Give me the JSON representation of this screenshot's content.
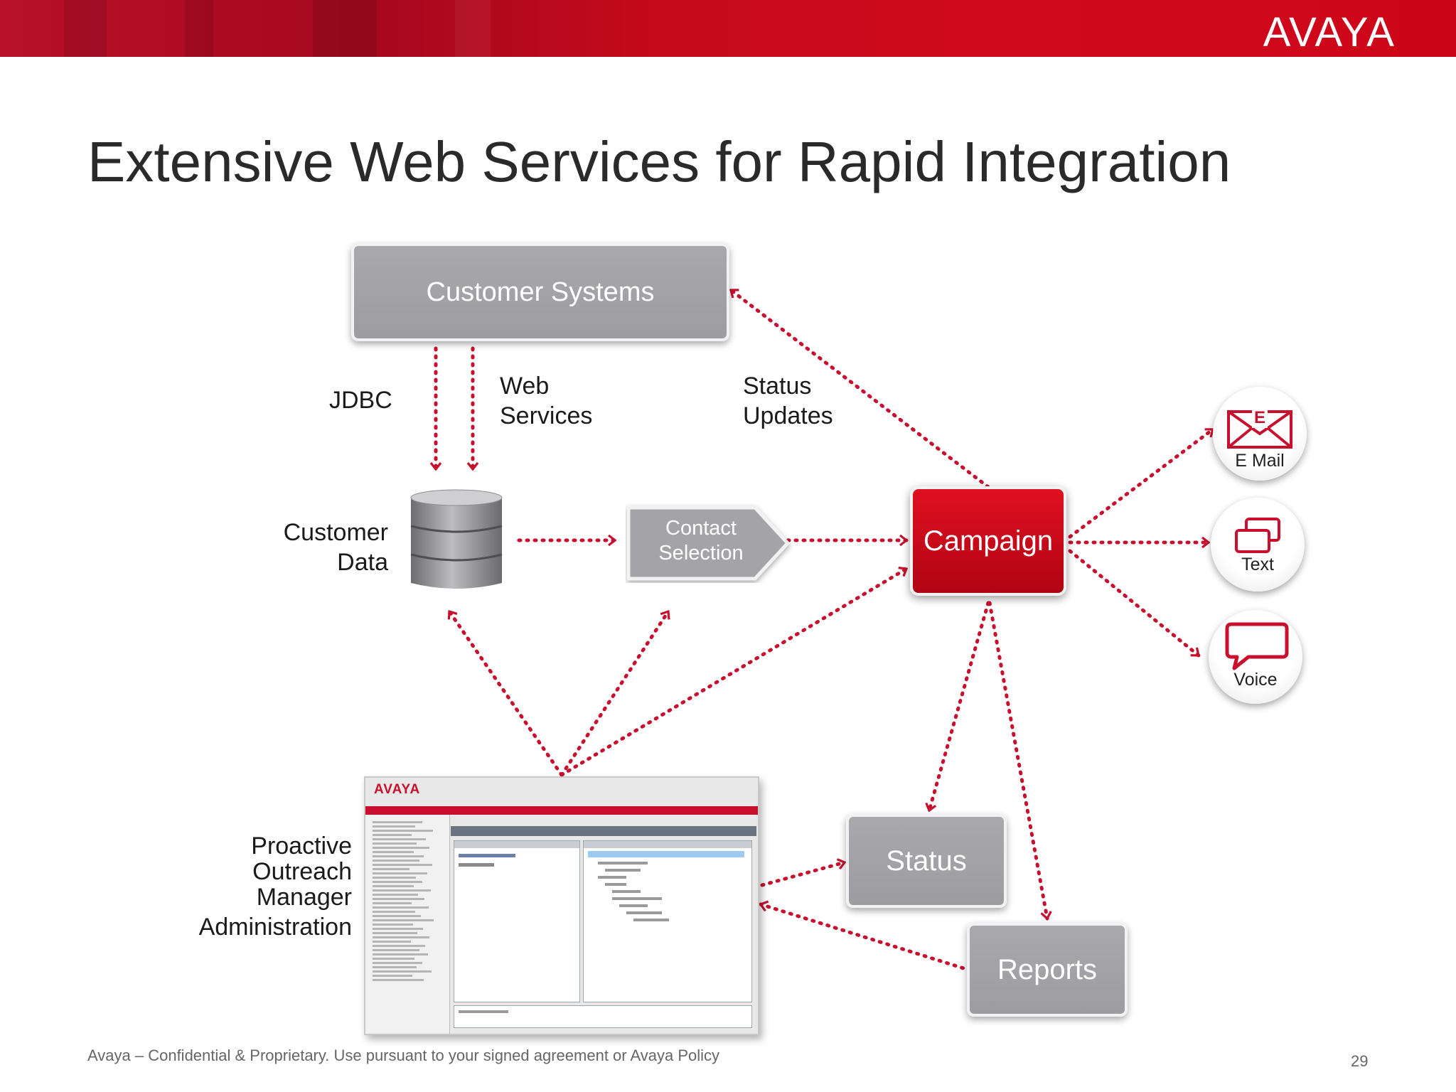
{
  "header": {
    "logo_text": "AVAYA",
    "brand_color": "#cc0a1c"
  },
  "title": "Extensive Web Services for Rapid Integration",
  "nodes": {
    "customer_systems": "Customer Systems",
    "contact_selection_line1": "Contact",
    "contact_selection_line2": "Selection",
    "campaign": "Campaign",
    "status": "Status",
    "reports": "Reports"
  },
  "labels": {
    "jdbc": "JDBC",
    "web_services_line1": "Web",
    "web_services_line2": "Services",
    "status_updates_line1": "Status",
    "status_updates_line2": "Updates",
    "customer_data_line1": "Customer",
    "customer_data_line2": "Data",
    "pom_line1": "Proactive",
    "pom_line2": "Outreach",
    "pom_line3": "Manager",
    "pom_line4": "Administration"
  },
  "channels": {
    "email": {
      "label": "E Mail",
      "icon": "envelope-icon",
      "badge": "E"
    },
    "text": {
      "label": "Text",
      "icon": "text-windows-icon"
    },
    "voice": {
      "label": "Voice",
      "icon": "speech-bubble-icon"
    }
  },
  "screenshot": {
    "logo_text": "AVAYA"
  },
  "colors": {
    "arrow": "#c8102e",
    "box_gray": "#a3a3a7",
    "campaign_red": "#d40c1c"
  },
  "footer": {
    "text": "Avaya – Confidential & Proprietary. Use pursuant to your signed agreement or Avaya Policy",
    "page_number": "29"
  }
}
